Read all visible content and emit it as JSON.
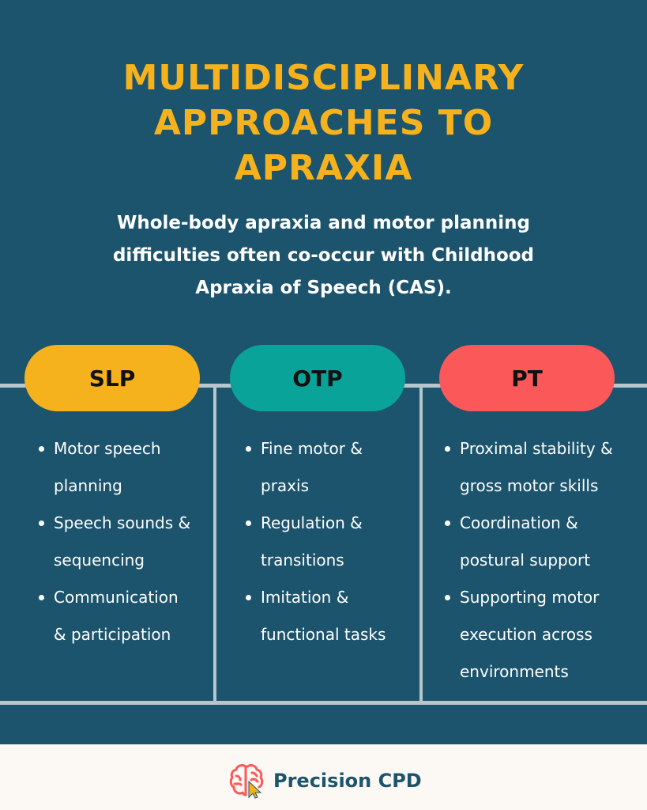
{
  "title": {
    "line1": "MULTIDISCIPLINARY",
    "line2": "APPROACHES TO",
    "line3": "APRAXIA"
  },
  "subtitle": {
    "line1": "Whole-body apraxia and motor planning",
    "line2": "difficulties often co-occur with Childhood",
    "line3": "Apraxia of Speech (CAS)."
  },
  "columns": [
    {
      "label": "SLP",
      "color": "#f6b21c",
      "items": [
        [
          "Motor speech",
          "planning"
        ],
        [
          "Speech sounds &",
          "sequencing"
        ],
        [
          "Communication",
          "& participation"
        ]
      ]
    },
    {
      "label": "OTP",
      "color": "#0aa39a",
      "items": [
        [
          "Fine motor &",
          "praxis"
        ],
        [
          "Regulation &",
          "transitions"
        ],
        [
          "Imitation &",
          "functional tasks"
        ]
      ]
    },
    {
      "label": "PT",
      "color": "#fb5859",
      "items": [
        [
          "Proximal stability &",
          "gross motor skills"
        ],
        [
          "Coordination &",
          "postural support"
        ],
        [
          "Supporting motor",
          "execution across",
          "environments"
        ]
      ]
    }
  ],
  "footer": {
    "brand": "Precision CPD",
    "logo_icon": "brain-cursor-icon"
  },
  "colors": {
    "background": "#1c546d",
    "title": "#f6b21c",
    "footer_background": "#fcf8f3"
  }
}
